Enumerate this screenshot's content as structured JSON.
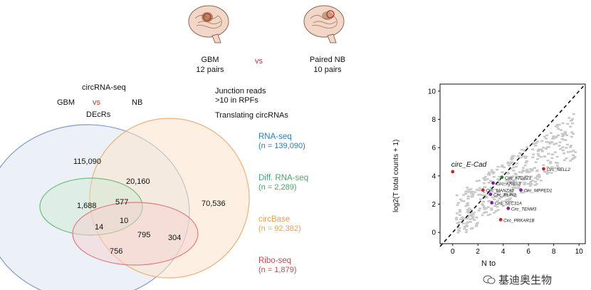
{
  "top": {
    "left_group_title": "GBM",
    "left_group_sub": "12 pairs",
    "vs": "vs",
    "right_group_title": "Paired NB",
    "right_group_sub": "10 pairs"
  },
  "venn": {
    "header": "circRNA-seq",
    "gbm": "GBM",
    "vs": "vs",
    "nb": "NB",
    "decrs": "DEcRs",
    "junction_line1": "Junction reads",
    "junction_line2": ">10 in RPFs",
    "translating": "Translating circRNAs",
    "counts": {
      "a_only": "115,090",
      "a_orange": "20,160",
      "orange_only": "70,536",
      "a_green": "1,688",
      "a_green_orange": "577",
      "a_green_red": "14",
      "a_green_orange_red": "10",
      "a_orange_red": "795",
      "orange_red": "304",
      "a_red": "756"
    },
    "legend": [
      {
        "name": "RNA-seq",
        "n": "(n = 139,090)",
        "color": "#2e7bb5"
      },
      {
        "name": "Diff. RNA-seq",
        "n": "(n = 2,289)",
        "color": "#4aa36a"
      },
      {
        "name": "circBase",
        "n": "(n = 92,382)",
        "color": "#e7a34a"
      },
      {
        "name": "Ribo-seq",
        "n": "(n = 1,879)",
        "color": "#c6464e"
      }
    ]
  },
  "scatter": {
    "ylabel": "log2(T total counts + 1)",
    "xlabel_partial": "N to",
    "highlight_label": "circ_E-Cad",
    "chart_data": {
      "type": "scatter",
      "xlim": [
        -1,
        10.5
      ],
      "ylim": [
        -0.8,
        10.5
      ],
      "xticks": [
        0,
        2,
        4,
        6,
        8,
        10
      ],
      "yticks": [
        0,
        2,
        4,
        6,
        8,
        10
      ],
      "diagonal": true,
      "labeled_points": [
        {
          "label": "Circ_FTD8Z1",
          "x": 3.9,
          "y": 3.9,
          "color": "#2e7d32"
        },
        {
          "label": "Circ_KRBS3",
          "x": 3.2,
          "y": 3.5,
          "color": "#7b1fa2"
        },
        {
          "label": "Circ_MANZA1",
          "x": 2.4,
          "y": 3.0,
          "color": "#c62828"
        },
        {
          "label": "Circ_PLIN2",
          "x": 3.0,
          "y": 2.7,
          "color": "#7b1fa2"
        },
        {
          "label": "Circ_SEC31A",
          "x": 3.1,
          "y": 2.1,
          "color": "#7b1fa2"
        },
        {
          "label": "Circ_TENM3",
          "x": 4.4,
          "y": 1.7,
          "color": "#7b1fa2"
        },
        {
          "label": "Circ_PRKAR1B",
          "x": 3.8,
          "y": 0.9,
          "color": "#c62828"
        },
        {
          "label": "Circ_MPPED1",
          "x": 5.4,
          "y": 3.0,
          "color": "#7b1fa2"
        },
        {
          "label": "Circ_NELL2",
          "x": 7.2,
          "y": 4.5,
          "color": "#c62828"
        },
        {
          "label": "circ_E-Cad",
          "x": 0.0,
          "y": 4.3,
          "color": "#c62828"
        }
      ]
    }
  },
  "watermark": {
    "text": "基迪奥生物"
  }
}
